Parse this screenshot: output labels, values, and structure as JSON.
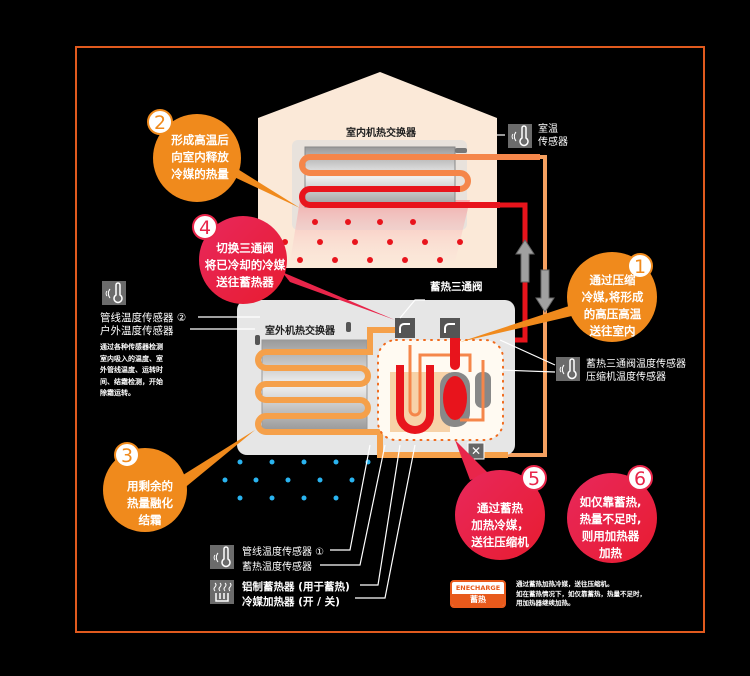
{
  "diagram": {
    "indoor_unit_label": "室内机热交换器",
    "outdoor_unit_label": "室外机热交换器",
    "valve_label": "蓄热三通阀",
    "room_sensor_label_line1": "室温",
    "room_sensor_label_line2": "传感器",
    "sensors_left": {
      "line1": "管线温度传感器 ②",
      "line2": "户外温度传感器",
      "note_lines": [
        "通过各种传感器检测",
        "室内吸入的温度、室",
        "外管线温度、运转时",
        "间、结霜检测，开始",
        "除霜运转。"
      ]
    },
    "sensors_right": {
      "line1": "蓄热三通阀温度传感器",
      "line2": "压缩机温度传感器"
    },
    "sensors_bottom": {
      "line1": "管线温度传感器 ①",
      "line2": "蓄热温度传感器"
    },
    "heaters_bottom": {
      "line1": "铝制蓄热器 (用于蓄热)",
      "line2": "冷媒加热器 (开 / 关)"
    },
    "logo": {
      "brand": "ENECHARGE",
      "sub": "蓄热"
    },
    "footnote_lines": [
      "通过蓄热加热冷媒，送往压缩机。",
      "如在蓄热情况下，如仅靠蓄热，热量不足时，",
      "用加热器继续加热。"
    ],
    "steps": [
      {
        "number": "1",
        "lines": [
          "通过压缩",
          "冷媒,将形成",
          "的高压高温",
          "送往室内"
        ],
        "color": "#f08a1c"
      },
      {
        "number": "2",
        "lines": [
          "形成高温后",
          "向室内释放",
          "冷媒的热量"
        ],
        "color": "#f08a1c"
      },
      {
        "number": "3",
        "lines": [
          "用剩余的",
          "热量融化",
          "结霜"
        ],
        "color": "#f08a1c"
      },
      {
        "number": "4",
        "lines": [
          "切换三通阀",
          "将已冷却的冷媒",
          "送往蓄热器"
        ],
        "color": "#e8254a"
      },
      {
        "number": "5",
        "lines": [
          "通过蓄热",
          "加热冷媒，",
          "送往压缩机"
        ],
        "color": "#e8254a"
      },
      {
        "number": "6",
        "lines": [
          "如仅靠蓄热,",
          "热量不足时,",
          "则用加热器",
          "加热"
        ],
        "color": "#e8254a"
      }
    ],
    "colors": {
      "frame": "#e05a1e",
      "hot_pipe": "#e8141c",
      "warm_pipe": "#f59a4a",
      "orange": "#f08a1c",
      "pink": "#e8254a",
      "frost_dots": "#2ab4f0"
    }
  }
}
